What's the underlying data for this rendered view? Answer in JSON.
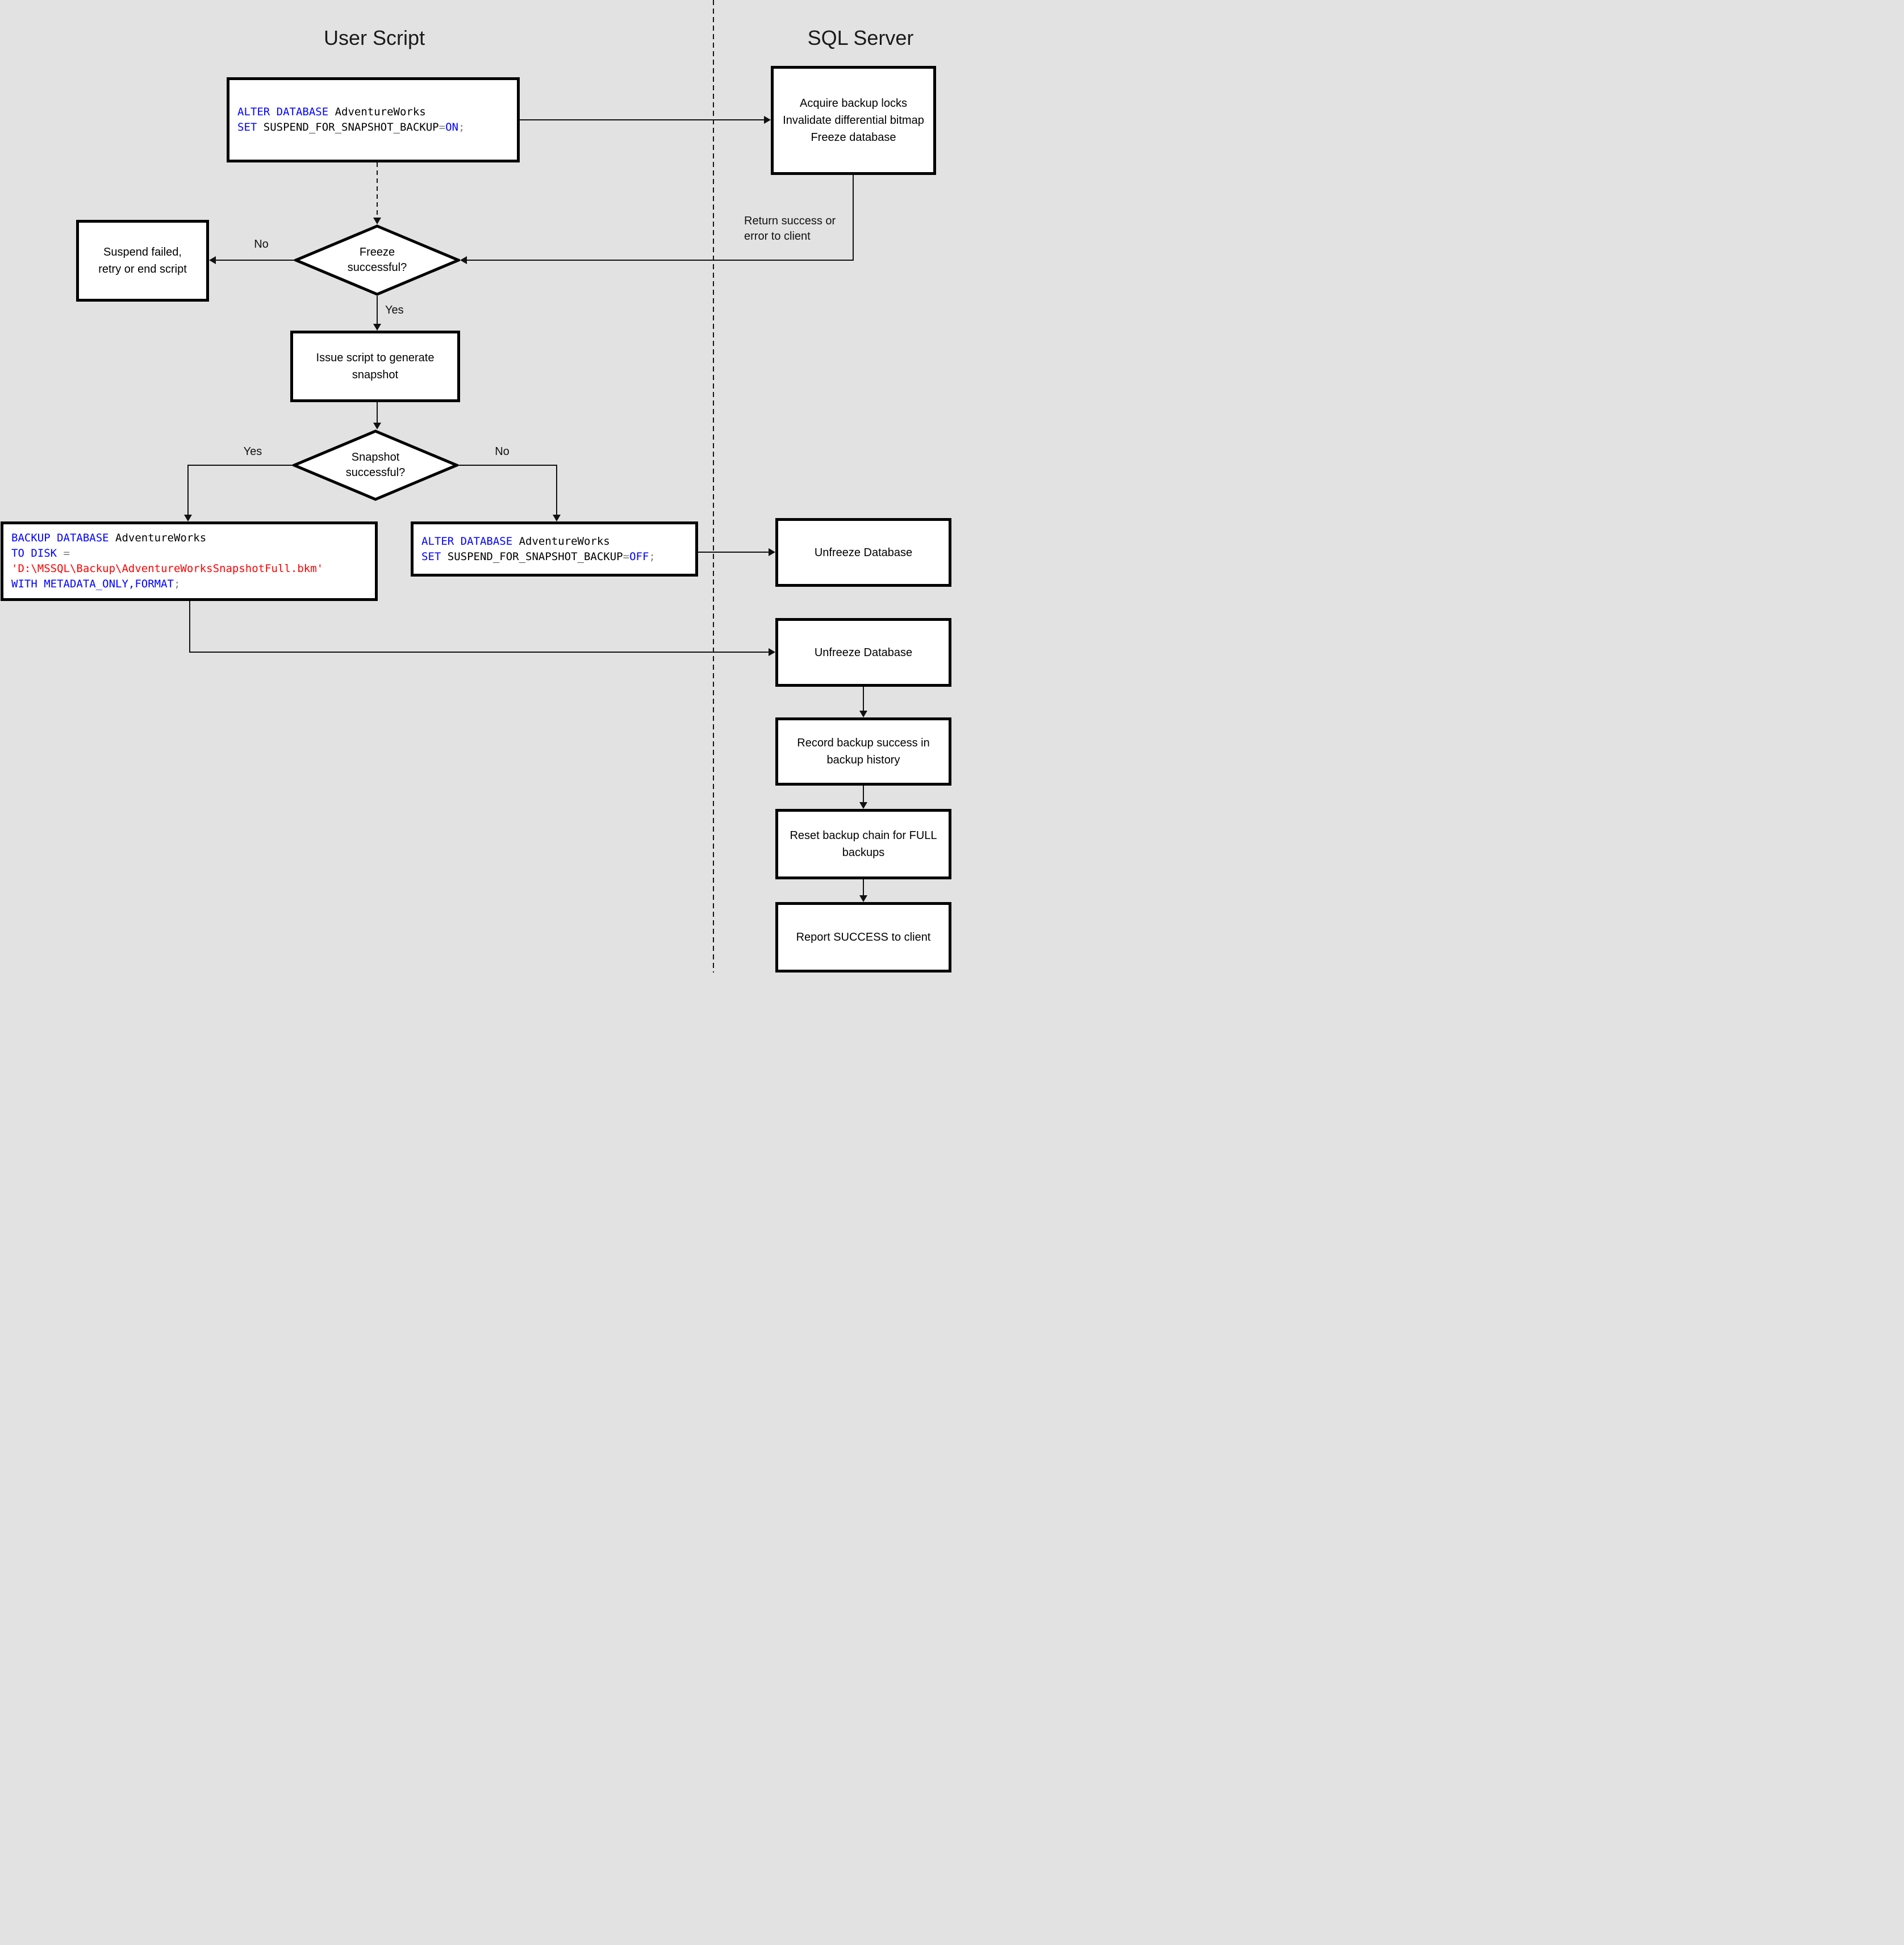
{
  "lanes": {
    "left_title": "User Script",
    "right_title": "SQL Server"
  },
  "colors": {
    "background": "#e2e2e2",
    "box_fill": "#ffffff",
    "line": "#111111",
    "keyword": "#0000ff",
    "string": "#ff0000",
    "operator": "#808080"
  },
  "nodes": {
    "alter_on": {
      "line1": [
        {
          "text": "ALTER DATABASE "
        },
        {
          "text": "AdventureWorks"
        }
      ],
      "line2": [
        {
          "text": "SET"
        },
        {
          "text": " SUSPEND_FOR_SNAPSHOT_BACKUP"
        },
        {
          "text": "="
        },
        {
          "text": "ON"
        },
        {
          "text": ";"
        }
      ]
    },
    "acquire": {
      "lines": [
        "Acquire backup locks",
        "Invalidate differential bitmap",
        "Freeze database"
      ]
    },
    "suspend_failed": {
      "line1": "Suspend failed,",
      "line2": "retry or end script"
    },
    "freeze_decision": {
      "line1": "Freeze",
      "line2": "successful?"
    },
    "issue_snapshot": {
      "text": "Issue script to generate snapshot"
    },
    "snapshot_decision": {
      "line1": "Snapshot",
      "line2": "successful?"
    },
    "backup": {
      "line1": [
        {
          "text": "BACKUP DATABASE "
        },
        {
          "text": "AdventureWorks"
        }
      ],
      "line2": [
        {
          "text": "TO DISK "
        },
        {
          "text": "="
        }
      ],
      "line3": [
        {
          "text": "'D:\\MSSQL\\Backup\\AdventureWorksSnapshotFull.bkm'"
        }
      ],
      "line4": [
        {
          "text": "WITH METADATA_ONLY,FORMAT"
        },
        {
          "text": ";"
        }
      ]
    },
    "alter_off": {
      "line1": [
        {
          "text": "ALTER DATABASE "
        },
        {
          "text": "AdventureWorks"
        }
      ],
      "line2": [
        {
          "text": "SET"
        },
        {
          "text": " SUSPEND_FOR_SNAPSHOT_BACKUP"
        },
        {
          "text": "="
        },
        {
          "text": "OFF"
        },
        {
          "text": ";"
        }
      ]
    },
    "unfreeze_a": {
      "text": "Unfreeze Database"
    },
    "unfreeze_b": {
      "text": "Unfreeze Database"
    },
    "record": {
      "text": "Record backup success in backup history"
    },
    "reset": {
      "text": "Reset backup chain for FULL backups"
    },
    "report": {
      "text": "Report SUCCESS to client"
    }
  },
  "labels": {
    "freeze_no": "No",
    "freeze_yes": "Yes",
    "snapshot_yes": "Yes",
    "snapshot_no": "No",
    "return_note_line1": "Return success or",
    "return_note_line2": "error to client"
  }
}
